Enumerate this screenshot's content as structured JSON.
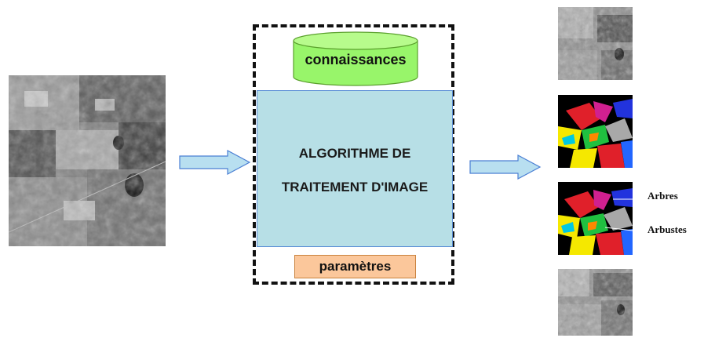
{
  "diagram": {
    "knowledge_label": "connaissances",
    "algorithm_line1": "ALGORITHME DE",
    "algorithm_line2": "TRAITEMENT D'IMAGE",
    "parameters_label": "paramètres",
    "legend_label_1": "Arbres",
    "legend_label_2": "Arbustes"
  },
  "colors": {
    "cylinder_fill": "#98f56a",
    "process_fill": "#b7dfe6",
    "process_border": "#5b8fd6",
    "parameters_fill": "#fbc79b",
    "arrow_fill": "#b8dff0",
    "arrow_border": "#4a7fd4"
  }
}
